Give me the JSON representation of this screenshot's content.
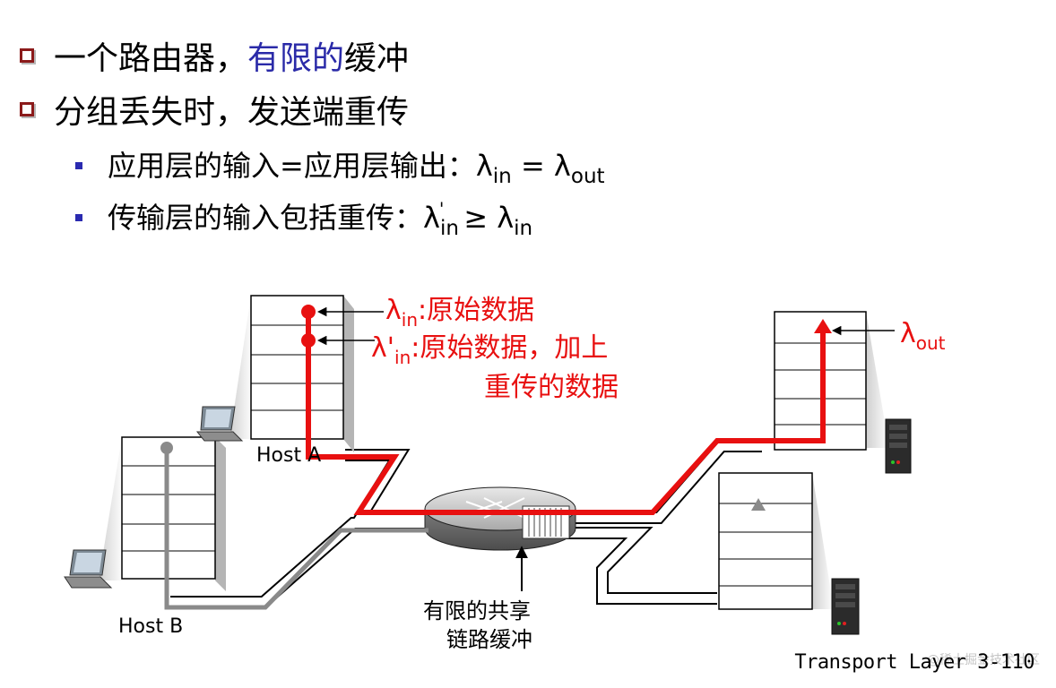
{
  "bullets": [
    {
      "prefix": "一个路由器，",
      "highlight": "有限的",
      "suffix": "缓冲"
    },
    {
      "text": "分组丢失时，发送端重传"
    }
  ],
  "sub_bullets": [
    {
      "text": "应用层的输入=应用层输出：",
      "sym1": "λ",
      "sub1": "in",
      "op": " = ",
      "sym2": "λ",
      "sub2": "out"
    },
    {
      "text": "传输层的输入包括重传：",
      "sym1": "λ",
      "sub1": "in",
      "prime": "'",
      "op": "≥ ",
      "sym2": "λ",
      "sub2": "in"
    }
  ],
  "diagram": {
    "lambda_in_label": {
      "sym": "λ",
      "sub": "in",
      "text": ":原始数据"
    },
    "lambda_in_prime_label": {
      "sym": "λ'",
      "sub": "in",
      "text": ":原始数据，加上",
      "text2": "重传的数据"
    },
    "lambda_out_label": {
      "sym": "λ",
      "sub": "out"
    },
    "host_a": "Host A",
    "host_b": "Host B",
    "buffer_label_1": "有限的共享",
    "buffer_label_2": "链路缓冲"
  },
  "footer": {
    "page": "Transport Layer 3-110",
    "watermark": "@稀土掘金技术社区"
  },
  "colors": {
    "accent": "#2a2aa8",
    "red": "#e81010",
    "gray": "#8a8a8a",
    "bullet_box": "#8b1a1a"
  }
}
